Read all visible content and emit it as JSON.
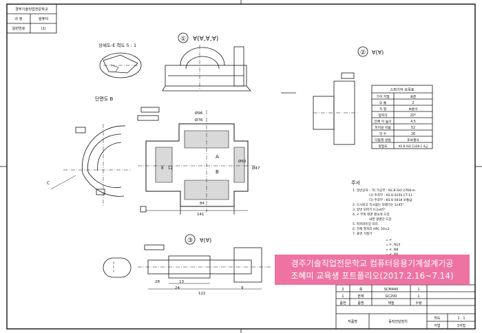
{
  "title_block_top": {
    "school": "경주기술직업전문학교",
    "r1_label": "과 정",
    "r1_value": "컴퓨터",
    "r2_label": "일련번호",
    "r2_value": "(2)"
  },
  "views": {
    "detail_e": "상세도-E 척도 5 : 1",
    "section_b": "단면도 B",
    "callout_1": "①",
    "callout_2": "②",
    "callout_3": "③",
    "finish_1": "∀(∀,∀,∀)",
    "finish_2": "∀(∀)",
    "finish_3": "∀(∀)"
  },
  "spur_gear_table": {
    "title": "스퍼기어 요목표",
    "rows": [
      {
        "k": "기어 치형",
        "v": "표준"
      },
      {
        "k": "모 듈",
        "v": "2"
      },
      {
        "k": "치 형",
        "v": "보통이"
      },
      {
        "k": "압력각",
        "v": "20°"
      },
      {
        "k": "전체 이 높이",
        "v": "4.5"
      },
      {
        "k": "피치원 지름",
        "v": "52"
      },
      {
        "k": "잇 수",
        "v": "26"
      },
      {
        "k": "다듬질 방법",
        "v": "호브절삭"
      },
      {
        "k": "정밀도",
        "v": "KS B ISO 1328-1 4급"
      }
    ]
  },
  "notes": {
    "heading": "주서",
    "lines": [
      "1. 일반공차 - 가) 가공부 : KS B ISO 2768-m",
      "나) 주조부 : KS B 0250 CT-11",
      "다) 주조부 : KS B 0418 보통급",
      "2. 도시되고 지시없는 모떼기는 1x45°",
      "3. 일반 모따기 0.2x45°",
      "4. ✔ 부위 외면 명녹색 도장",
      "내면 광명단 도장",
      "5. 파커라이징 처리",
      "6. 전체 열처리 HRC 50±2",
      "7. 표면 거칠기",
      "= ✔",
      "= ✔, N10",
      "= ✔, N8",
      "= ✔, N6"
    ]
  },
  "dimensions": {
    "d1": "Ø96",
    "d2": "Ø76",
    "d3": "Ø60",
    "d4": "Ø47",
    "d5": "8",
    "d6": "12",
    "d7": "84",
    "d8": "141",
    "d9": "28",
    "d10": "13",
    "d11": "122",
    "d12": "24",
    "d13": "9",
    "sec_a": "A",
    "sec_b": "B"
  },
  "bottom_table": {
    "rows": [
      {
        "n": "2",
        "name": "축",
        "mat": "SCM440",
        "qty": "1"
      },
      {
        "n": "1",
        "name": "본체",
        "mat": "GC200",
        "qty": "1"
      }
    ],
    "h_no": "품번",
    "h_name": "품명",
    "h_mat": "재질",
    "h_qty": "수량",
    "proj_label": "작품명",
    "proj_value": "동력전달장치",
    "scale_label": "척도",
    "scale_value": "1 : 1",
    "angle_label": "각법",
    "angle_value": "3각법"
  },
  "overlay": {
    "line1": "경주기술직업전문학교 컴퓨터응용기계설계기공",
    "line2": "조혜미 교육생 포트폴리오(2017.2.16~7.14)"
  }
}
